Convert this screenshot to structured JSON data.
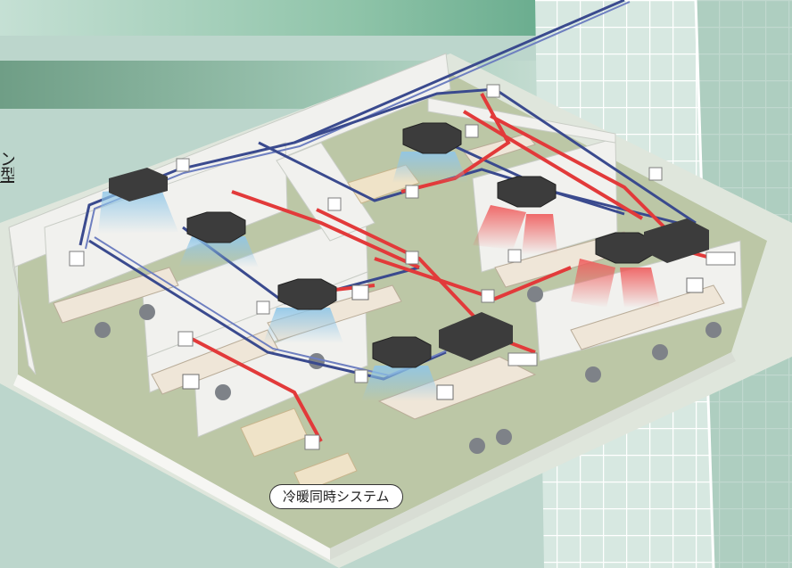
{
  "labels": {
    "system_name": "冷暖同時システム",
    "side_text_top": "ン",
    "side_text_bottom": "型"
  },
  "colors": {
    "cold_pipe": "#3a4a8e",
    "hot_pipe": "#e23a3a",
    "cool_air": "#8fc6e8",
    "warm_air": "#ef5b5b",
    "floor": "#bcc7a6",
    "wall": "#f1f1ee",
    "unit_dark": "#3c3c3c"
  },
  "icons": [
    "ceiling-cassette-unit-icon",
    "ceiling-duct-unit-icon",
    "wall-controller-icon",
    "desk-icon",
    "office-chair-icon",
    "sofa-icon",
    "monitor-icon"
  ]
}
